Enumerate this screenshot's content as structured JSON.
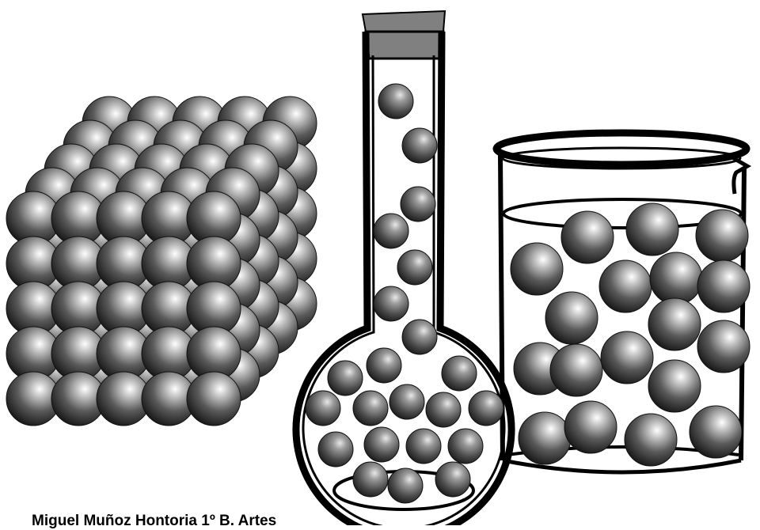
{
  "credit_text": "Miguel Muñoz Hontoria 1º B. Artes",
  "states": {
    "solid": {
      "name": "solid-cube",
      "color": "#3a3a3a"
    },
    "gas": {
      "name": "gas-flask",
      "color": "#555555"
    },
    "liquid": {
      "name": "liquid-beaker",
      "color": "#3a3a3a"
    }
  },
  "colors": {
    "outline": "#000000",
    "stopper": "#808080",
    "background": "#ffffff"
  }
}
